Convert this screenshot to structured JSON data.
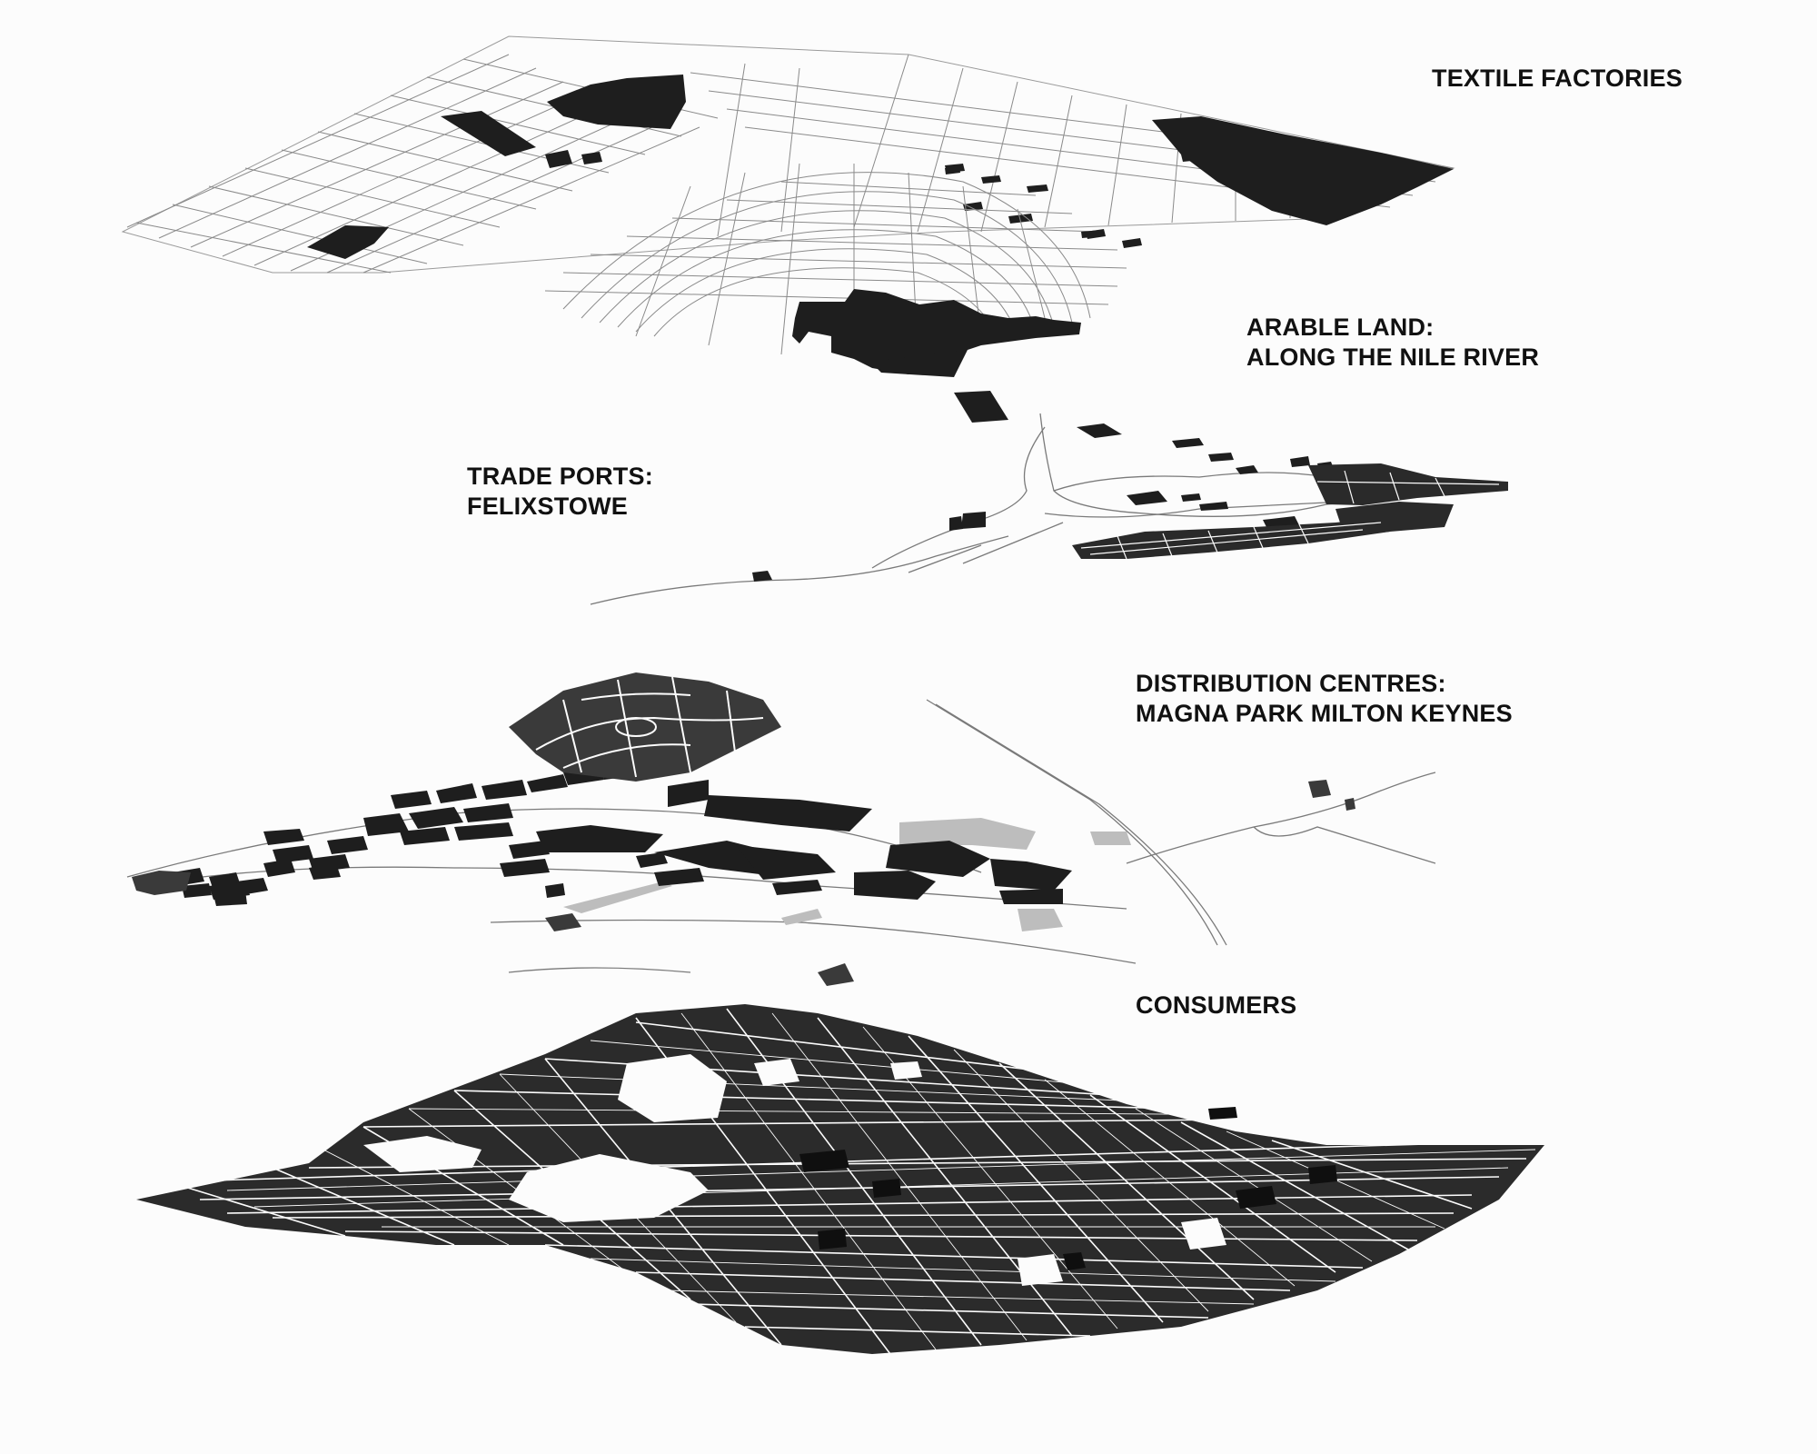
{
  "layers": [
    {
      "id": "textile",
      "lines": [
        "TEXTILE FACTORIES"
      ]
    },
    {
      "id": "arable",
      "lines": [
        "ARABLE LAND:",
        "ALONG THE NILE RIVER"
      ]
    },
    {
      "id": "ports",
      "lines": [
        "TRADE PORTS:",
        "FELIXSTOWE"
      ]
    },
    {
      "id": "distribution",
      "lines": [
        "DISTRIBUTION CENTRES:",
        "MAGNA PARK MILTON KEYNES"
      ]
    },
    {
      "id": "consumers",
      "lines": [
        "CONSUMERS"
      ]
    }
  ],
  "colors": {
    "background": "#fcfcfc",
    "building": "#1e1e1e",
    "street": "#7a7a7a",
    "green": "#bdbdbd",
    "text": "#111111"
  }
}
